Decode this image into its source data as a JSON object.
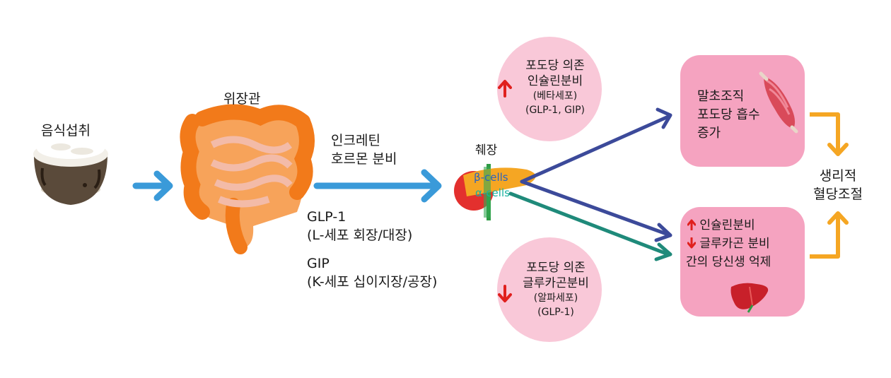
{
  "food": {
    "label": "음식섭취"
  },
  "gut": {
    "label": "위장관"
  },
  "incretin": {
    "line1": "인크레틴",
    "line2": "호르몬 분비"
  },
  "glp1": {
    "line1": "GLP-1",
    "line2": "(L-세포 회장/대장)"
  },
  "gip": {
    "line1": "GIP",
    "line2": "(K-세포 십이지장/공장)"
  },
  "pancreas": {
    "label": "췌장",
    "beta": "β-cells",
    "alpha": "α-cells"
  },
  "beta_circle": {
    "line1": "포도당 의존",
    "line2": "인슐린분비",
    "line3": "(베타세포)",
    "line4": "(GLP-1, GIP)"
  },
  "alpha_circle": {
    "line1": "포도당 의존",
    "line2": "글루카곤분비",
    "line3": "(알파세포)",
    "line4": "(GLP-1)"
  },
  "muscle_box": {
    "line1": "말초조직",
    "line2": "포도당 흡수",
    "line3": "증가"
  },
  "liver_box": {
    "line1": "인슐린분비",
    "line2": "글루카곤 분비",
    "line3": "간의 당신생 억제"
  },
  "result": {
    "line1": "생리적",
    "line2": "혈당조절"
  },
  "colors": {
    "blue_arrow": "#3a9ad9",
    "orange_arrow": "#f5a623",
    "navy_arrow": "#3c4a9a",
    "teal_arrow": "#1f8a7a",
    "red": "#e0201e",
    "circle": "#f9c8d8",
    "box": "#f5a3c0"
  }
}
